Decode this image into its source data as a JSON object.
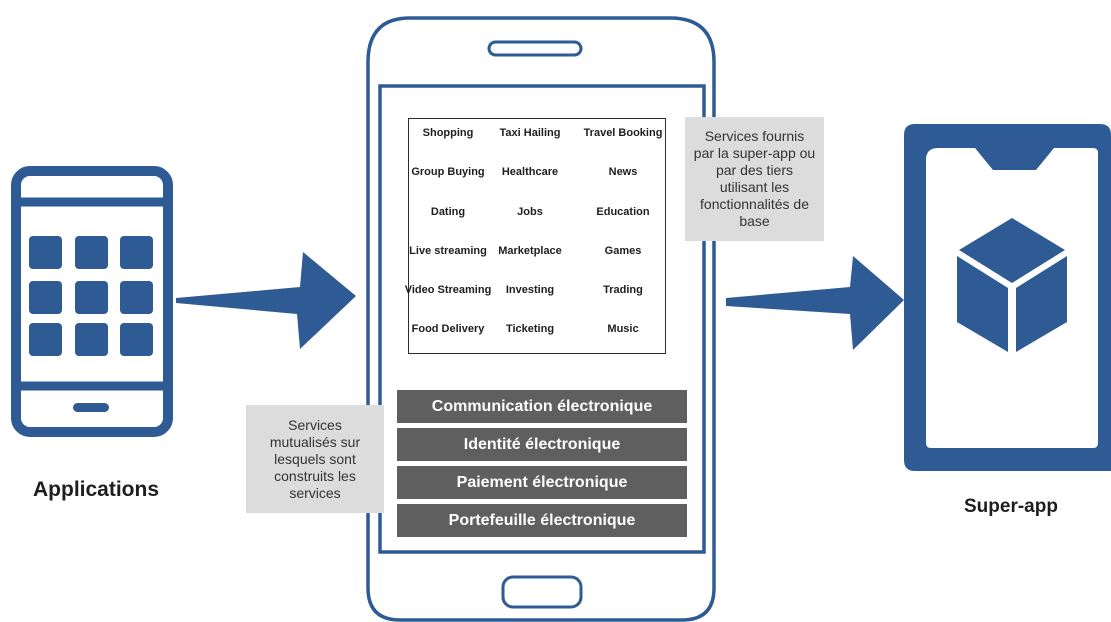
{
  "colors": {
    "accent": "#2e5b94",
    "bar": "#5f5f5f",
    "note_bg": "#dcdcdc"
  },
  "labels": {
    "applications": "Applications",
    "superapp": "Super-app"
  },
  "services": [
    "Shopping",
    "Taxi Hailing",
    "Travel Booking",
    "Group Buying",
    "Healthcare",
    "News",
    "Dating",
    "Jobs",
    "Education",
    "Live streaming",
    "Marketplace",
    "Games",
    "Video Streaming",
    "Investing",
    "Trading",
    "Food Delivery",
    "Ticketing",
    "Music"
  ],
  "bars": [
    "Communication électronique",
    "Identité électronique",
    "Paiement électronique",
    "Portefeuille électronique"
  ],
  "notes": {
    "services_note": "Services fournis par la super-app ou par des tiers utilisant les fonctionnalités de base",
    "shared_note": "Services mutualisés sur lesquels sont construits les services"
  },
  "icons": {
    "left_phone": "app-grid-phone-icon",
    "center_phone": "smartphone-outline-icon",
    "right_phone": "cube-phone-icon",
    "arrows": "arrow-right-icon"
  }
}
